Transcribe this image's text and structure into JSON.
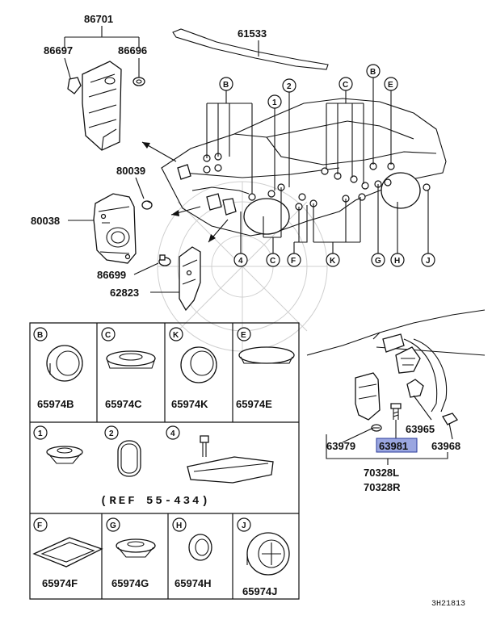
{
  "parts_top": {
    "p86701": "86701",
    "p86697": "86697",
    "p86696": "86696",
    "p61533": "61533",
    "p80039": "80039",
    "p80038": "80038",
    "p86699": "86699",
    "p62823": "62823"
  },
  "callouts": {
    "B": "B",
    "C": "C",
    "E": "E",
    "F": "F",
    "G": "G",
    "H": "H",
    "J": "J",
    "K": "K",
    "n1": "1",
    "n2": "2",
    "n4": "4"
  },
  "detail": {
    "p63979": "63979",
    "p63981": "63981",
    "p63968": "63968",
    "p63965": "63965",
    "p70328L": "70328L",
    "p70328R": "70328R",
    "highlight_color": "#9aa6e0"
  },
  "grid": {
    "c65974B": "65974B",
    "c65974C": "65974C",
    "c65974K": "65974K",
    "c65974E": "65974E",
    "c65974F": "65974F",
    "c65974G": "65974G",
    "c65974H": "65974H",
    "c65974J": "65974J",
    "ref": "(REF 55-434)"
  },
  "diagram_code": "3H21813"
}
